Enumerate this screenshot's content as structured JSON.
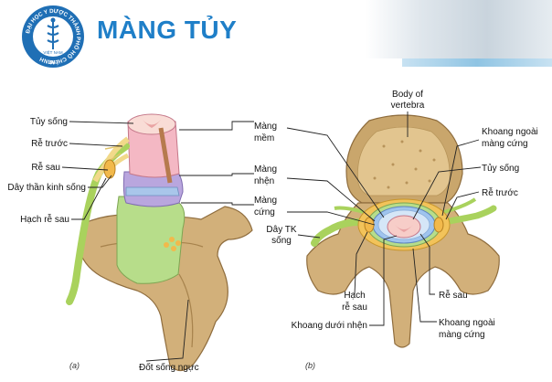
{
  "title": "MÀNG TỦY",
  "logo": {
    "ring_text": "ĐẠI HỌC Y DƯỢC THÀNH PHỐ HỒ CHÍ MINH",
    "country": "VIỆT NAM",
    "year": "1947"
  },
  "left_panel": {
    "tag": "(a)",
    "labels": {
      "tuy_song": "Tủy sống",
      "re_truoc": "Rễ trước",
      "re_sau": "Rễ sau",
      "day_than_kinh_song": "Dây thần kinh sống",
      "hach_re_sau": "Hạch rễ sau",
      "dot_song_nguc": "Đốt sống ngực"
    }
  },
  "middle_labels": {
    "mang_mem": [
      "Màng",
      "mềm"
    ],
    "mang_nhen": [
      "Màng",
      "nhện"
    ],
    "mang_cung": [
      "Màng",
      "cứng"
    ]
  },
  "right_panel": {
    "tag": "(b)",
    "labels": {
      "body_of_vertebra": [
        "Body of",
        "vertebra"
      ],
      "khoang_ngoai_mang_cung_top": [
        "Khoang ngoài",
        "màng cứng"
      ],
      "tuy_song": "Tủy sống",
      "re_truoc": "Rễ trước",
      "day_tk_song": [
        "Dây TK",
        "sống"
      ],
      "hach_re_sau": [
        "Hạch",
        "rễ sau"
      ],
      "re_sau": "Rễ sau",
      "khoang_duoi_nhen": "Khoang dưới nhện",
      "khoang_ngoai_mang_cung_bottom": [
        "Khoang ngoài",
        "màng cứng"
      ]
    }
  },
  "colors": {
    "title_blue": "#1f7fc8",
    "bone": "#d2b07a",
    "bone_dark": "#a7834d",
    "pia": "#f4b8c4",
    "arachnoid": "#a9c6ea",
    "arachnoid_purple": "#b9a6de",
    "dura": "#b7dd8a",
    "nerve_yellow": "#f1d98a",
    "ganglion_orange": "#f2b94b"
  }
}
